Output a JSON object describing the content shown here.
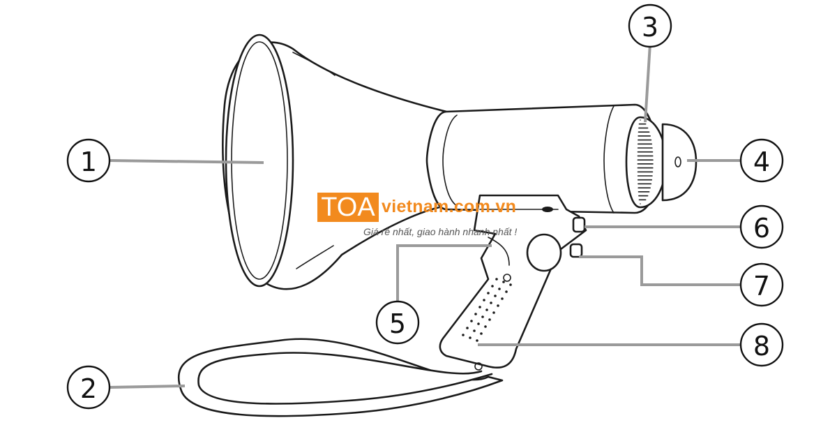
{
  "callouts": [
    {
      "id": "1",
      "label": "1"
    },
    {
      "id": "2",
      "label": "2"
    },
    {
      "id": "3",
      "label": "3"
    },
    {
      "id": "4",
      "label": "4"
    },
    {
      "id": "5",
      "label": "5"
    },
    {
      "id": "6",
      "label": "6"
    },
    {
      "id": "7",
      "label": "7"
    },
    {
      "id": "8",
      "label": "8"
    }
  ],
  "watermark": {
    "brand": "TOA",
    "site": "vietnam.com.vn",
    "slogan": "Giá rẻ nhất, giao hành nhanh nhất !"
  },
  "colors": {
    "watermark_orange": "#f28a1e",
    "leader_gray": "#9a9a9a",
    "ink": "#1a1a1a"
  }
}
